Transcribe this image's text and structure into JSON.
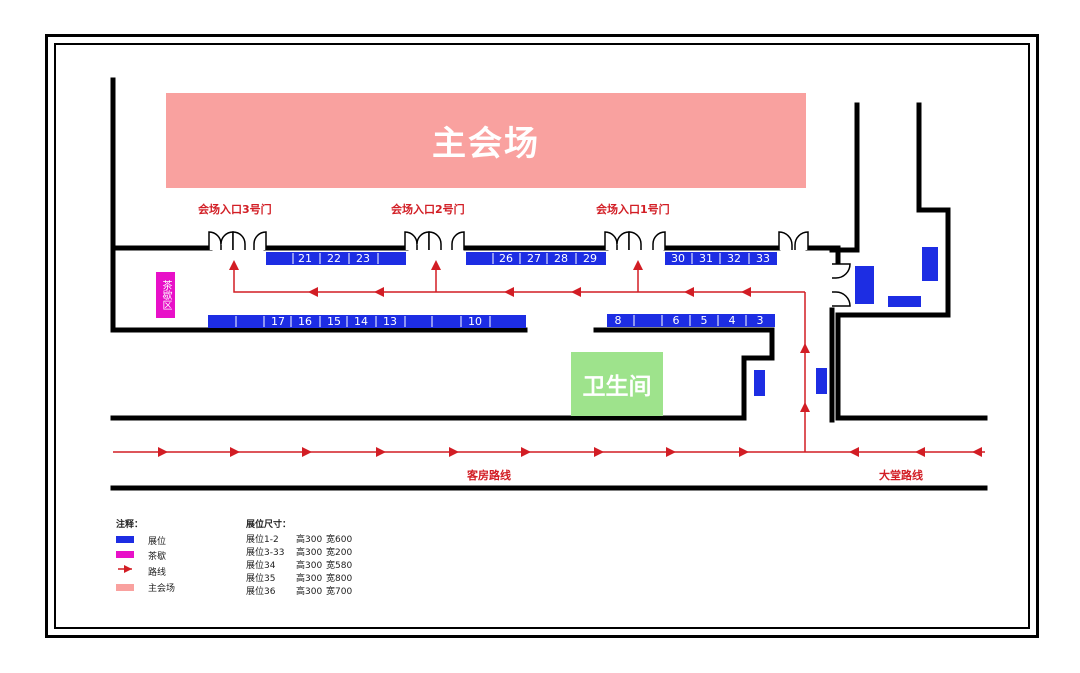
{
  "main_hall": {
    "label": "主会场",
    "color": "#f9a19f"
  },
  "restroom": {
    "label": "卫生间",
    "color": "#9ee38c"
  },
  "tea_area": {
    "label": "茶歇区",
    "color": "#e810c8"
  },
  "entrances": [
    {
      "label": "会场入口3号门"
    },
    {
      "label": "会场入口2号门"
    },
    {
      "label": "会场入口1号门"
    }
  ],
  "routes": [
    {
      "label": "客房路线"
    },
    {
      "label": "大堂路线"
    }
  ],
  "booths": {
    "color": "#1d2de3",
    "top_row": [
      "21",
      "22",
      "23",
      "26",
      "27",
      "28",
      "29",
      "30",
      "31",
      "32",
      "33"
    ],
    "bottom_row": [
      "17",
      "16",
      "15",
      "14",
      "13",
      "10",
      "8",
      "6",
      "5",
      "4",
      "3"
    ]
  },
  "legend": {
    "title": "注释：",
    "items": [
      {
        "label": "展位",
        "color": "#1d2de3",
        "symbol": "swatch"
      },
      {
        "label": "茶歇",
        "color": "#e810c8",
        "symbol": "swatch"
      },
      {
        "label": "路线",
        "color": "#d21d24",
        "symbol": "route-arrow-icon"
      },
      {
        "label": "主会场",
        "color": "#f9a19f",
        "symbol": "swatch"
      }
    ]
  },
  "booth_sizes": {
    "title": "展位尺寸：",
    "rows": [
      {
        "booth": "展位1-2",
        "height": "高300",
        "width": "宽600"
      },
      {
        "booth": "展位3-33",
        "height": "高300",
        "width": "宽200"
      },
      {
        "booth": "展位34",
        "height": "高300",
        "width": "宽580"
      },
      {
        "booth": "展位35",
        "height": "高300",
        "width": "宽800"
      },
      {
        "booth": "展位36",
        "height": "高300",
        "width": "宽700"
      }
    ]
  },
  "route_color": "#d21d24"
}
